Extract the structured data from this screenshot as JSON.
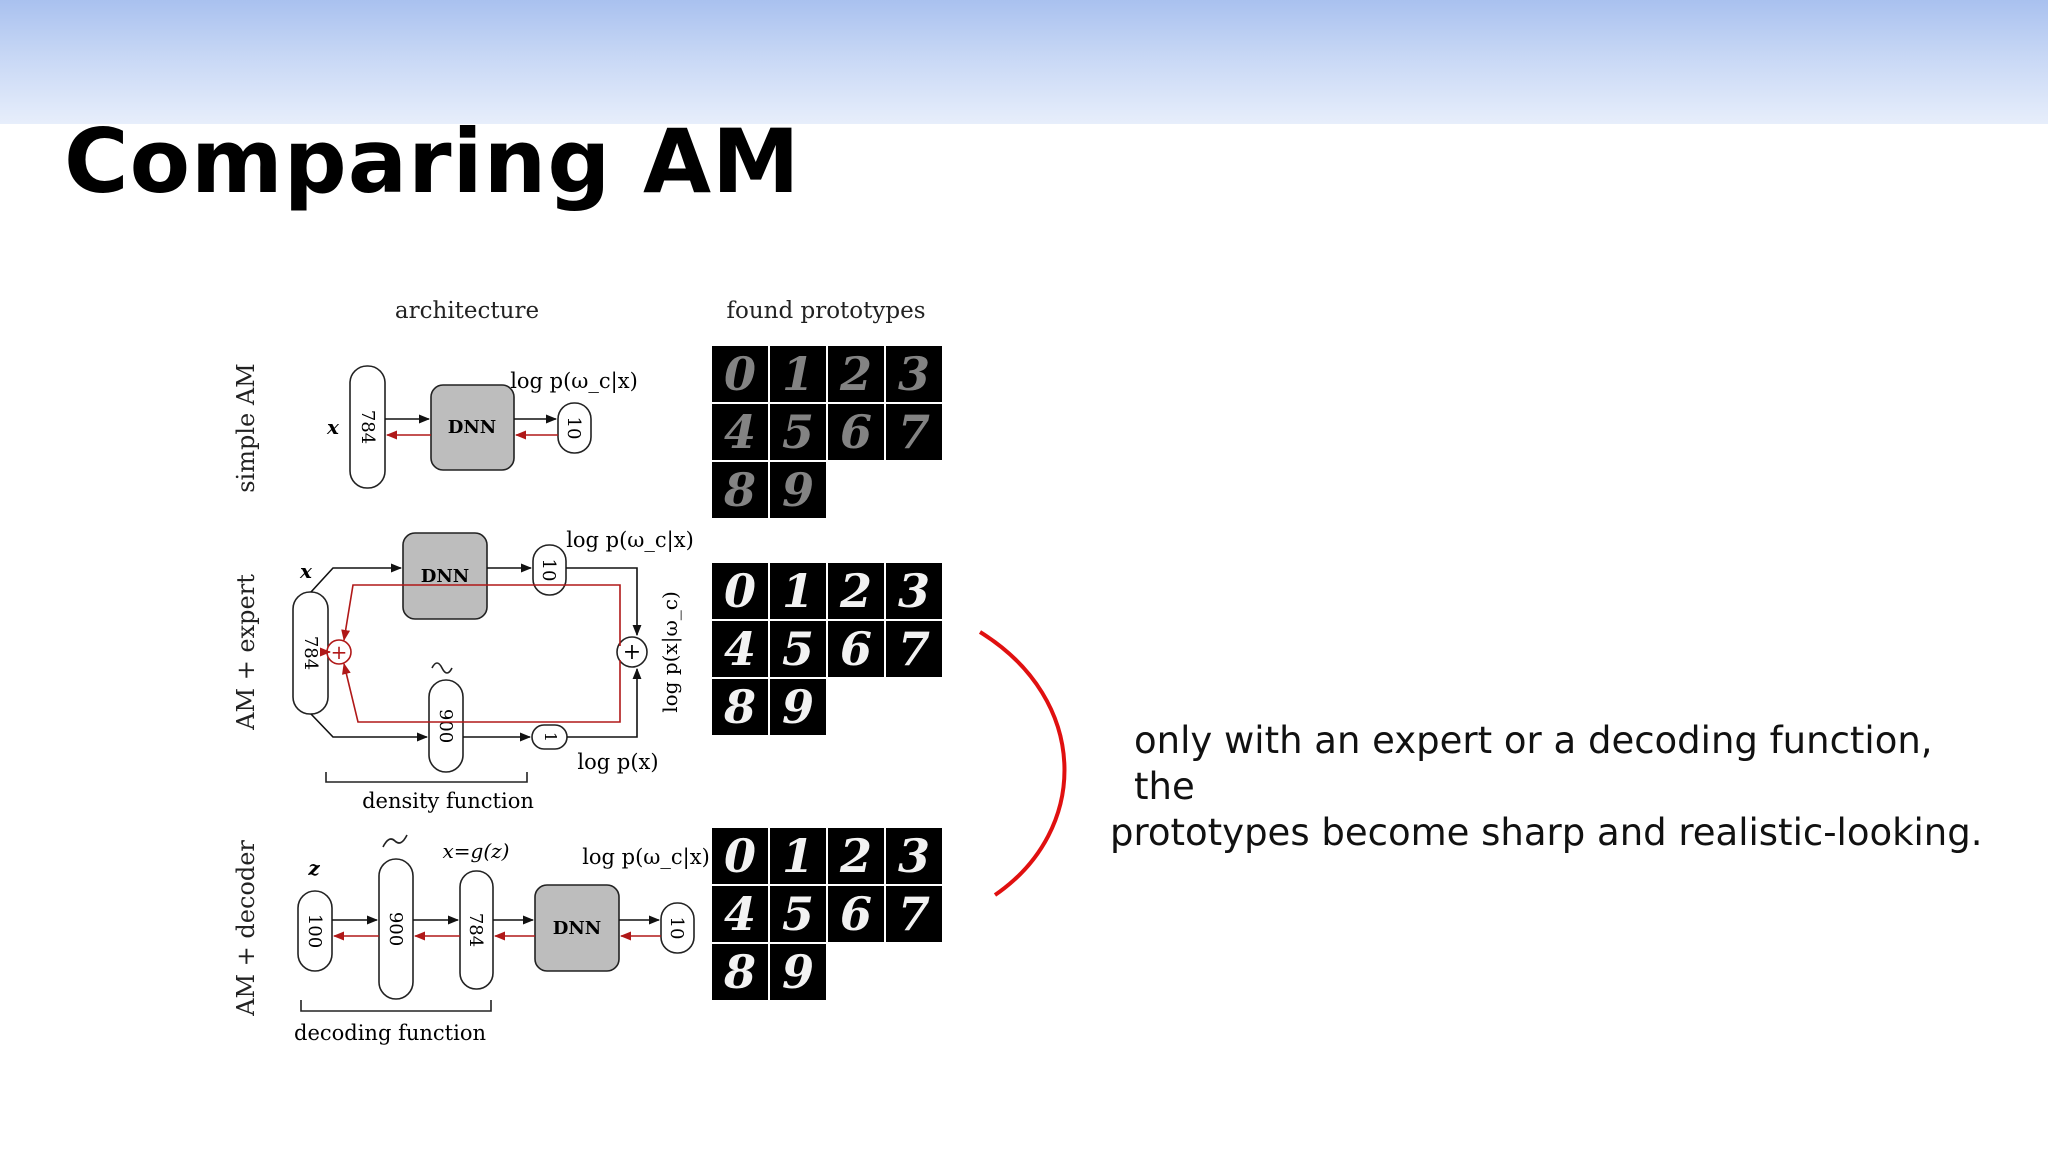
{
  "slide": {
    "title": "Comparing AM",
    "caption_line1": "only with an expert or a decoding function, the",
    "caption_line2": "prototypes become sharp and realistic-looking."
  },
  "figure": {
    "col_architecture": "architecture",
    "col_prototypes": "found prototypes",
    "rows": [
      {
        "label": "simple AM",
        "x": "x",
        "input": "784",
        "dnn": "DNN",
        "out": "10",
        "out_label": "log p(ω_c|x)"
      },
      {
        "label": "AM + expert",
        "x": "x",
        "input": "784",
        "dnn": "DNN",
        "out": "10",
        "out_label": "log p(ω_c|x)",
        "density_hidden": "900",
        "density_out": "1",
        "density_out_label": "log p(x)",
        "sum_label": "log p(x|ω_c)",
        "brace_label": "density function"
      },
      {
        "label": "AM + decoder",
        "z": "z",
        "code": "100",
        "hidden": "900",
        "xg_label": "x=g(z)",
        "input": "784",
        "dnn": "DNN",
        "out": "10",
        "out_label": "log p(ω_c|x)",
        "brace_label": "decoding function"
      }
    ],
    "digits": [
      "0",
      "1",
      "2",
      "3",
      "4",
      "5",
      "6",
      "7",
      "8",
      "9"
    ],
    "colors": {
      "feedback": "#b01818",
      "dnn_fill": "#bdbdbd",
      "brace": "#e01010"
    }
  }
}
